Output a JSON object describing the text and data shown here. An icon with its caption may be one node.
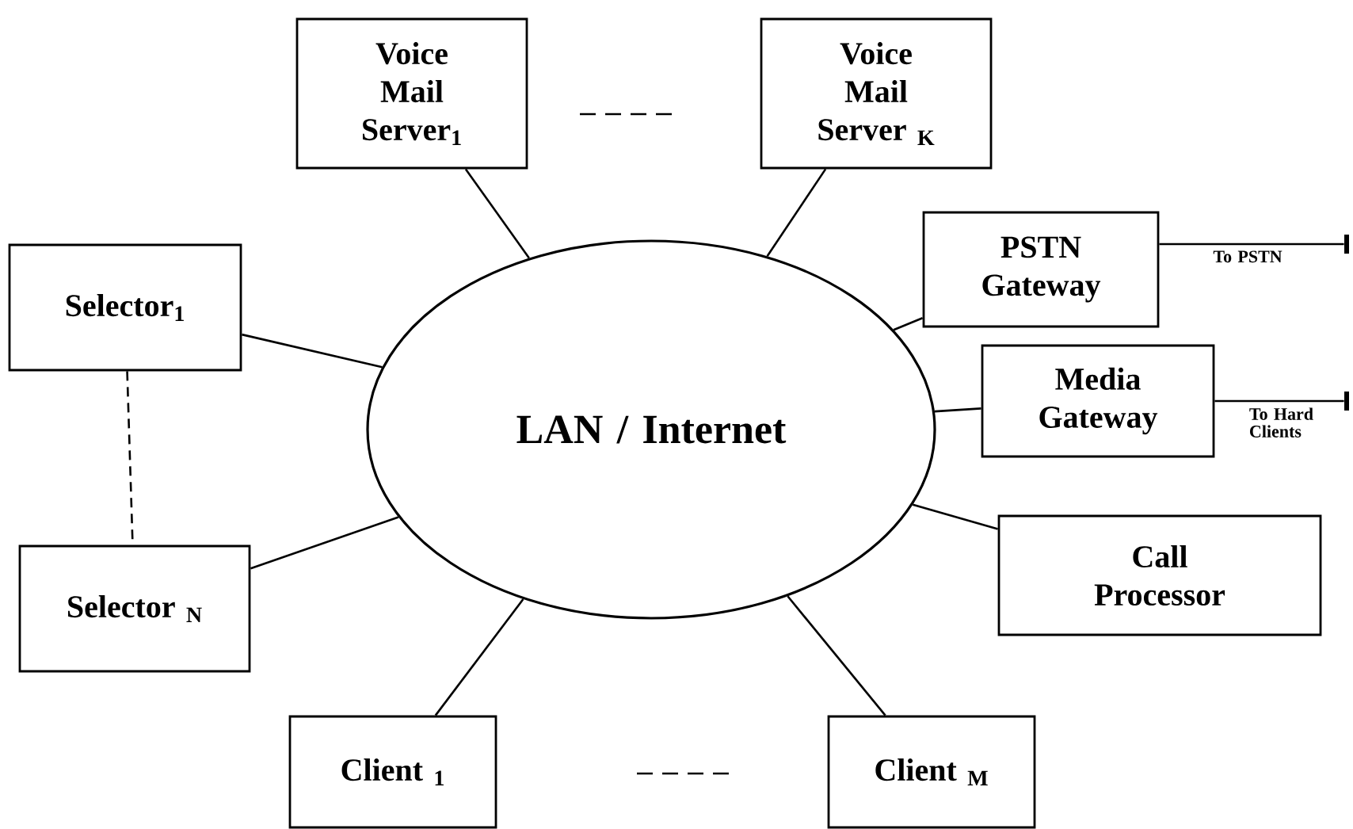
{
  "diagram": {
    "nodes": [
      {
        "text": [
          "LAN / Internet"
        ]
      },
      {
        "text": [
          "Voice Mail Server$_{1}$"
        ]
      },
      {
        "text": [
          "Voice Mail Server $_{K}$"
        ]
      },
      {
        "text": [
          "PSTN Gateway"
        ]
      },
      {
        "text": [
          "Media Gateway"
        ]
      },
      {
        "text": [
          "Selector$_{1}$"
        ]
      },
      {
        "text": [
          "Selector $_{N}$"
        ]
      },
      {
        "text": [
          "Call Processor"
        ]
      },
      {
        "text": [
          "Client $_{1}$"
        ]
      },
      {
        "text": [
          "Client $_{M}$"
        ]
      },
      {
        "text": [],
        "shape": "bar"
      },
      {
        "text": [],
        "shape": "bar"
      }
    ],
    "edges": [
      {
        "from": 0,
        "to": 1,
        "arrow": "none"
      },
      {
        "from": 0,
        "to": 2,
        "arrow": "none"
      },
      {
        "from": 0,
        "to": 3,
        "arrow": "none"
      },
      {
        "from": 0,
        "to": 4,
        "arrow": "none"
      },
      {
        "from": 0,
        "to": 5,
        "arrow": "none"
      },
      {
        "from": 0,
        "to": 6,
        "arrow": "none"
      },
      {
        "from": 0,
        "to": 7,
        "arrow": "none"
      },
      {
        "from": 0,
        "to": 8,
        "arrow": "none"
      },
      {
        "from": 0,
        "to": 9,
        "arrow": "none"
      },
      {
        "from": 5,
        "to": 6,
        "arrow": "none",
        "style": "dashed"
      },
      {
        "from": 3,
        "to": 10,
        "arrow": "none",
        "label": "To PSTN"
      },
      {
        "from": 4,
        "to": 11,
        "arrow": "none",
        "label": "To Hard Clients"
      }
    ]
  }
}
